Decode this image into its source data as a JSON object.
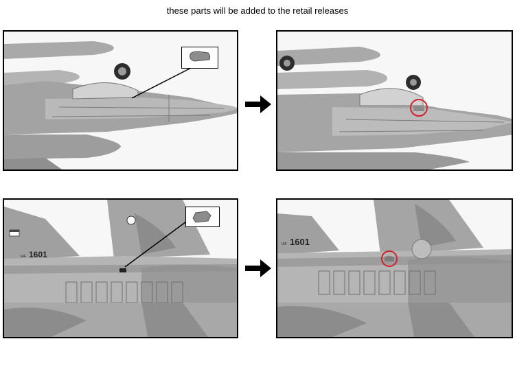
{
  "caption": "these parts will be added to the retail releases",
  "markings": {
    "tail_code_before": "1601",
    "tail_code_after": "1601",
    "tail_prefix": "IAF"
  },
  "colors": {
    "frame": "#000000",
    "highlight_circle": "#d0202a",
    "camo_light": "#b8b8b8",
    "camo_dark": "#8a8a8a"
  }
}
